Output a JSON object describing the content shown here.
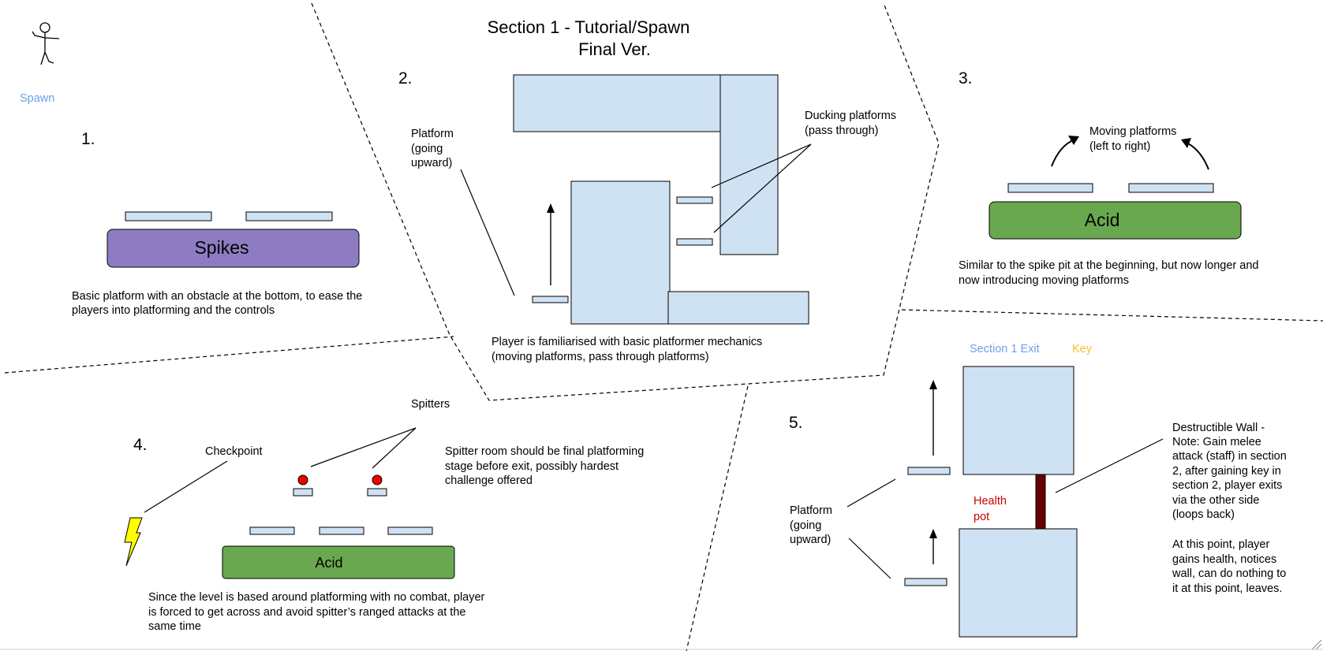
{
  "title": {
    "line1": "Section 1 - Tutorial/Spawn",
    "line2": "Final Ver."
  },
  "spawn": {
    "label": "Spawn",
    "icon": "stick-figure-icon",
    "color": "#6d9eeb"
  },
  "section1": {
    "number": "1.",
    "hazard": "Spikes",
    "hazard_color": "#8e7cc3",
    "desc": [
      "Basic platform with an obstacle at the bottom, to ease the",
      "players into platforming and the controls"
    ]
  },
  "section2": {
    "number": "2.",
    "platform_label": [
      "Platform",
      "(going",
      "upward)"
    ],
    "ducking_label": [
      "Ducking platforms",
      "(pass through)"
    ],
    "desc": [
      "Player is familiarised with basic platformer mechanics",
      "(moving platforms, pass through platforms)"
    ]
  },
  "section3": {
    "number": "3.",
    "moving_label": [
      "Moving platforms",
      "(left to right)"
    ],
    "hazard": "Acid",
    "hazard_color": "#6aa84f",
    "desc": [
      "Similar to the spike pit at the beginning, but now longer and",
      "now introducing moving platforms"
    ]
  },
  "section4": {
    "number": "4.",
    "checkpoint_label": "Checkpoint",
    "checkpoint_icon": "lightning-bolt-icon",
    "checkpoint_color": "#ffff00",
    "spitters_label": "Spitters",
    "spitter_color": "#ee0000",
    "spitter_note": [
      "Spitter room should be final platforming",
      "stage before exit, possibly hardest",
      "challenge offered"
    ],
    "hazard": "Acid",
    "hazard_color": "#6aa84f",
    "desc": [
      "Since the level is based around platforming with no combat, player",
      "is forced to get across and avoid spitter’s ranged attacks at the",
      "same time"
    ]
  },
  "section5": {
    "number": "5.",
    "exit_label": "Section 1 Exit",
    "exit_color": "#6d9eeb",
    "key_label": "Key",
    "key_color": "#f1c232",
    "health_label": [
      "Health",
      "pot"
    ],
    "health_color": "#cc0000",
    "wall_color": "#660000",
    "platform_label": [
      "Platform",
      "(going",
      "upward)"
    ],
    "wall_note": [
      "Destructible Wall -",
      "Note: Gain melee",
      "attack (staff) in section",
      "2, after gaining key in",
      "section 2, player exits",
      "via the other side",
      "(loops back)"
    ],
    "wall_note2": [
      "At this point, player",
      "gains health, notices",
      "wall, can do nothing to",
      "it at this point, leaves."
    ]
  },
  "colors": {
    "block_fill": "#cfe2f3",
    "stroke": "#000000"
  }
}
